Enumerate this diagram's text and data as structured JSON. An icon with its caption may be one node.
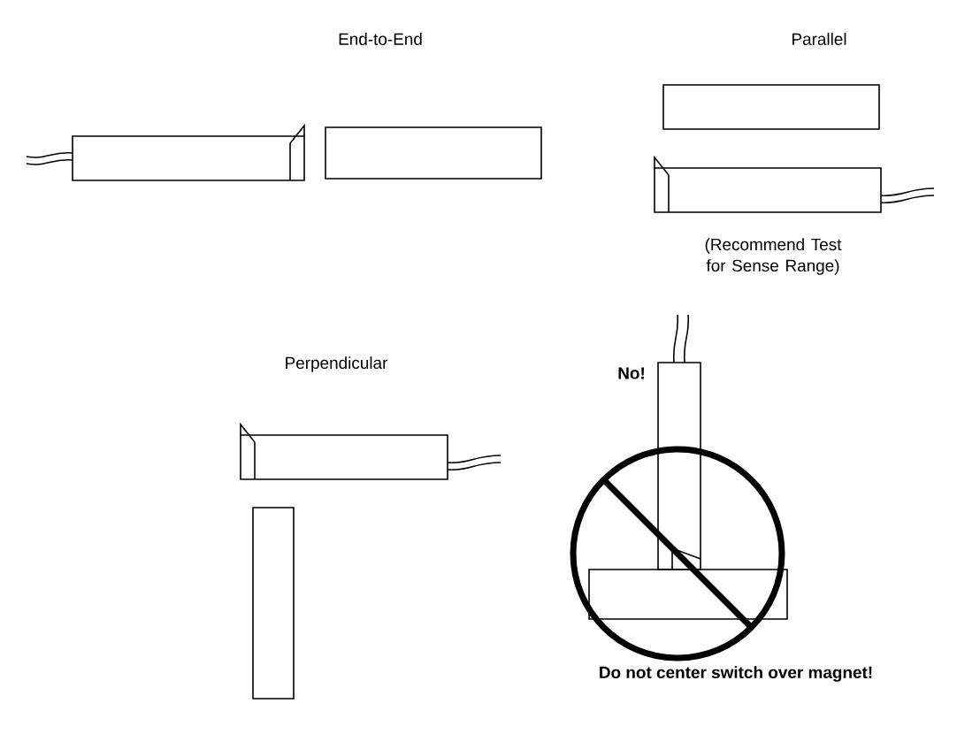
{
  "diagram": {
    "labels": [
      "End-to-End",
      "Parallel",
      "(Recommend Test for Sense Range)",
      "Perpendicular",
      "No!",
      "Do not center switch over magnet!"
    ]
  }
}
